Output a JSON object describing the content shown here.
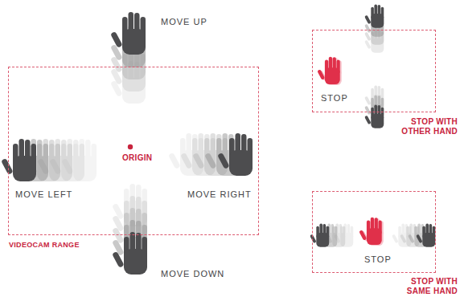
{
  "diagram": {
    "nodes": [
      {
        "text": [
          "ORIGIN",
          "MOVE LEFT",
          "MOVE RIGHT",
          "VIDEOCAM RANGE"
        ]
      },
      {
        "text": [
          "STOP",
          "STOP WITH OTHER HAND"
        ]
      },
      {
        "text": [
          "STOP",
          "STOP WITH SAME HAND"
        ]
      }
    ],
    "labels": [
      "MOVE UP",
      "MOVE DOWN"
    ]
  }
}
